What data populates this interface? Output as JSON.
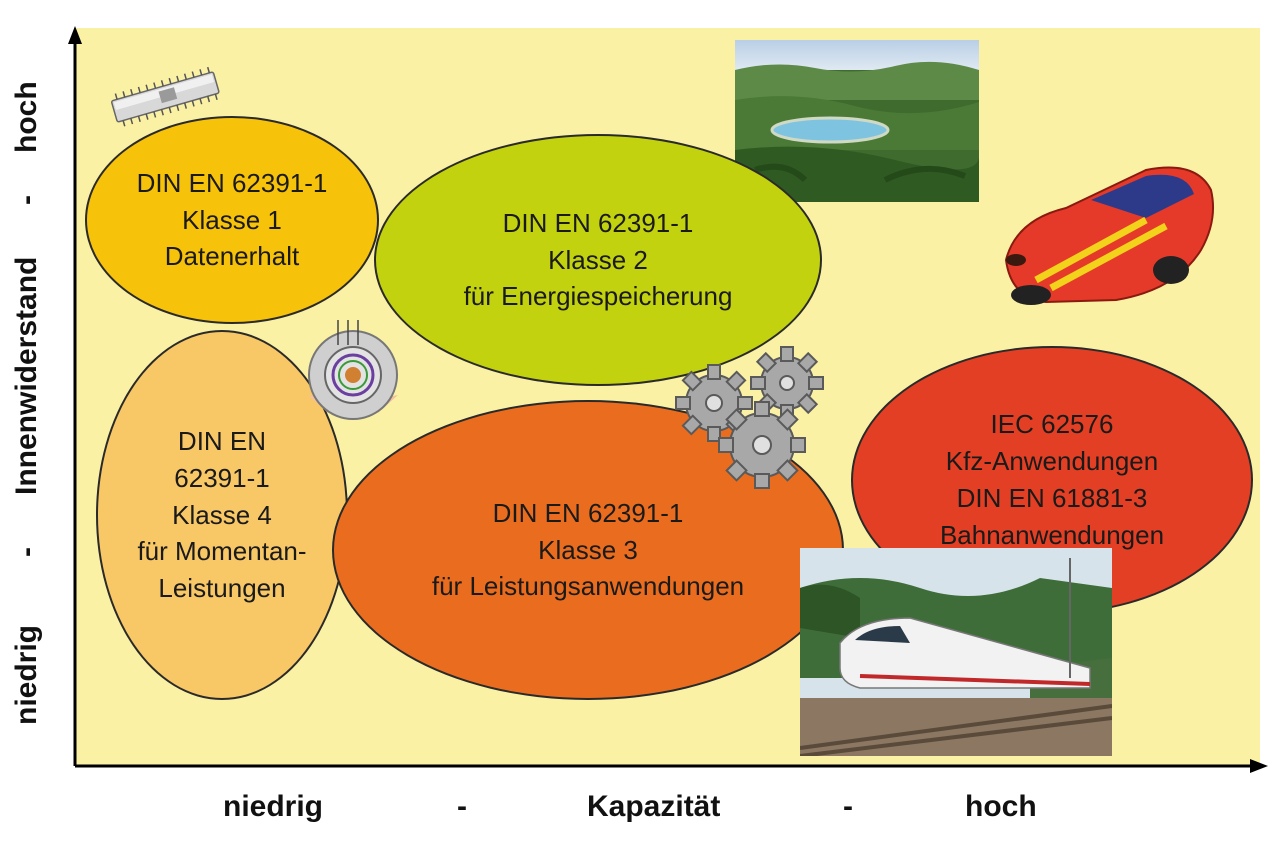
{
  "diagram": {
    "ellipses": [
      {
        "id": "klasse1",
        "lines": [
          "DIN EN 62391-1",
          "Klasse 1",
          "Datenerhalt"
        ],
        "fill": "#f7c20a"
      },
      {
        "id": "klasse2",
        "lines": [
          "DIN EN 62391-1",
          "Klasse 2",
          "für Energiespeicherung"
        ],
        "fill": "#c3d20f"
      },
      {
        "id": "klasse4",
        "lines": [
          "DIN EN",
          "62391-1",
          "Klasse 4",
          "für Momentan-",
          "Leistungen"
        ],
        "fill": "#f8c766"
      },
      {
        "id": "klasse3",
        "lines": [
          "DIN EN 62391-1",
          "Klasse 3",
          "für Leistungsanwendungen"
        ],
        "fill": "#ea6d1f"
      },
      {
        "id": "iec",
        "lines": [
          "IEC 62576",
          "Kfz-Anwendungen",
          "DIN EN 61881-3",
          "Bahnanwendungen"
        ],
        "fill": "#e23f25"
      }
    ],
    "x_axis": {
      "left": "niedrig",
      "sep1": "-",
      "center": "Kapazität",
      "sep2": "-",
      "right": "hoch"
    },
    "y_axis": {
      "bottom": "niedrig",
      "sep1": "-",
      "center": "Innenwiderstand",
      "sep2": "-",
      "top": "hoch"
    },
    "images": [
      "chip-icon",
      "reservoir-photo",
      "sports-car-photo",
      "motor-diagram-icon",
      "gears-icon",
      "train-photo"
    ]
  },
  "colors": {
    "background": "#fbf1a5",
    "axis": "#000000"
  }
}
